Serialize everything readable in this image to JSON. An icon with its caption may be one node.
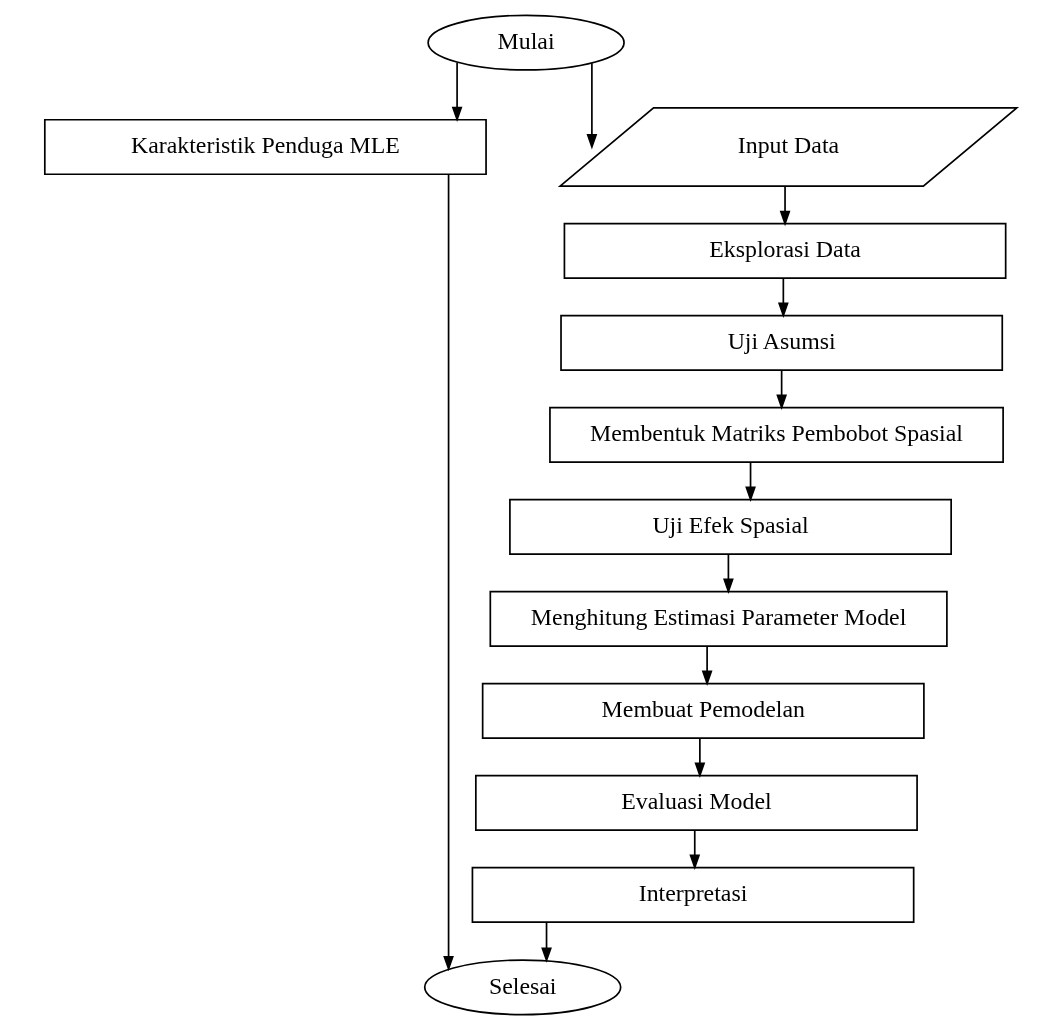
{
  "diagram": {
    "nodes": [
      {
        "text": [
          "Mulai"
        ]
      },
      {
        "text": [
          "Karakteristik Penduga MLE"
        ]
      },
      {
        "text": [
          "Input Data"
        ]
      },
      {
        "text": [
          "Eksplorasi Data"
        ]
      },
      {
        "text": [
          "Uji Asumsi"
        ]
      },
      {
        "text": [
          "Membentuk Matriks Pembobot Spasial"
        ]
      },
      {
        "text": [
          "Uji Efek Spasial"
        ]
      },
      {
        "text": [
          "Menghitung Estimasi Parameter Model"
        ]
      },
      {
        "text": [
          "Membuat Pemodelan"
        ]
      },
      {
        "text": [
          "Evaluasi Model"
        ]
      },
      {
        "text": [
          "Interpretasi"
        ]
      },
      {
        "text": [
          "Selesai"
        ]
      }
    ],
    "edges": [
      {
        "from": 0,
        "to": 1,
        "arrow": "to"
      },
      {
        "from": 0,
        "to": 2,
        "arrow": "to"
      },
      {
        "from": 2,
        "to": 3,
        "arrow": "to"
      },
      {
        "from": 3,
        "to": 4,
        "arrow": "to"
      },
      {
        "from": 4,
        "to": 5,
        "arrow": "to"
      },
      {
        "from": 5,
        "to": 6,
        "arrow": "to"
      },
      {
        "from": 6,
        "to": 7,
        "arrow": "to"
      },
      {
        "from": 7,
        "to": 8,
        "arrow": "to"
      },
      {
        "from": 8,
        "to": 9,
        "arrow": "to"
      },
      {
        "from": 9,
        "to": 10,
        "arrow": "to"
      },
      {
        "from": 1,
        "to": 11,
        "arrow": "to"
      },
      {
        "from": 10,
        "to": 11,
        "arrow": "to"
      }
    ]
  }
}
